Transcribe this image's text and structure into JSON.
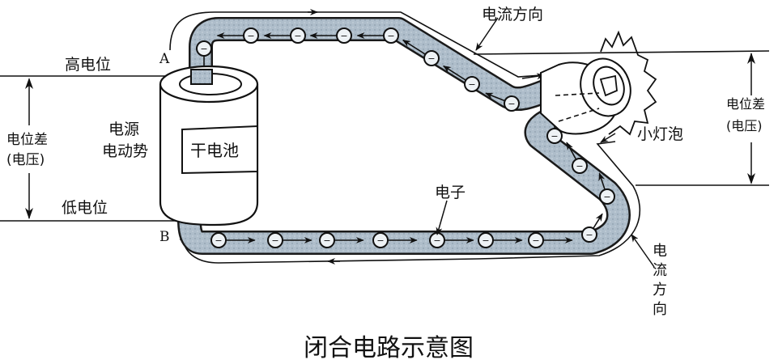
{
  "title": "闭合电路示意图",
  "labels": {
    "high_potential": "高电位",
    "low_potential": "低电位",
    "potential_diff_left_1": "电位差",
    "potential_diff_left_2": "(电压)",
    "potential_diff_right_1": "电位差",
    "potential_diff_right_2": "(电压)",
    "emf_1": "电源",
    "emf_2": "电动势",
    "battery": "干电池",
    "current_dir_top": "电流方向",
    "current_dir_bottom": [
      "电",
      "流",
      "方",
      "向"
    ],
    "bulb": "小灯泡",
    "electron": "电子",
    "terminal_a": "A",
    "terminal_b": "B"
  },
  "electron_symbol": "−",
  "colors": {
    "wire_fill": "#a9b9c6",
    "wire_edge": "#1a1a1a",
    "ink": "#111111",
    "background": "#ffffff"
  }
}
